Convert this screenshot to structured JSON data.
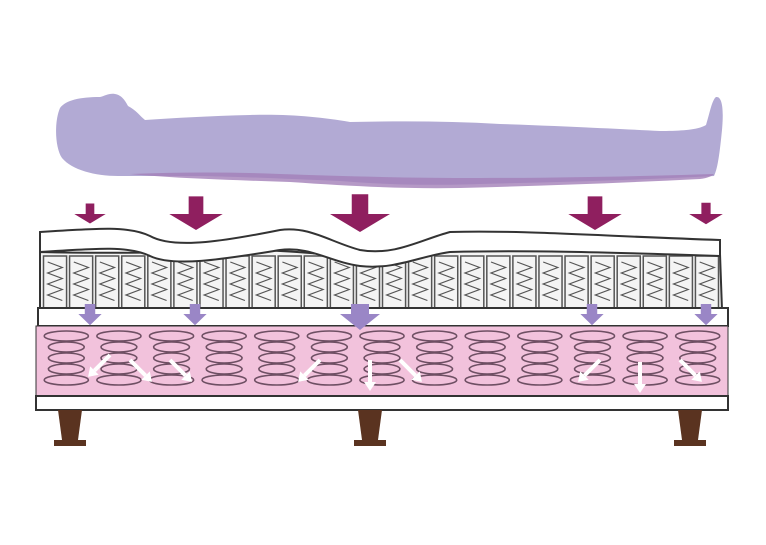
{
  "colors": {
    "background": "#ffffff",
    "body_fill": "#b2aad4",
    "body_shadow": "#a37fb8",
    "pressure_arrow": "#8f1f5f",
    "support_arrow": "#9a86c6",
    "deflect_arrow": "#ffffff",
    "comfort_layer": "#ffffff",
    "outline": "#333333",
    "pocket_spring_bg": "#f4f4f4",
    "spring_line": "#555555",
    "base_layer": "#f2c2dc",
    "bonnell_spring": "#6e4f63",
    "leg": "#5a3320"
  },
  "diagram": {
    "body": {
      "icon": "person-lying-icon"
    },
    "pressure_arrows": [
      {
        "weight": 0.35
      },
      {
        "weight": 0.85
      },
      {
        "weight": 1.0
      },
      {
        "weight": 0.85
      },
      {
        "weight": 0.4
      }
    ],
    "pocket_spring_count": 26,
    "bonnell_spring_count": 13,
    "support_arrows": [
      {
        "weight": 0.4
      },
      {
        "weight": 0.4
      },
      {
        "weight": 1.0
      },
      {
        "weight": 0.4
      },
      {
        "weight": 0.4
      }
    ],
    "leg_count": 3
  }
}
